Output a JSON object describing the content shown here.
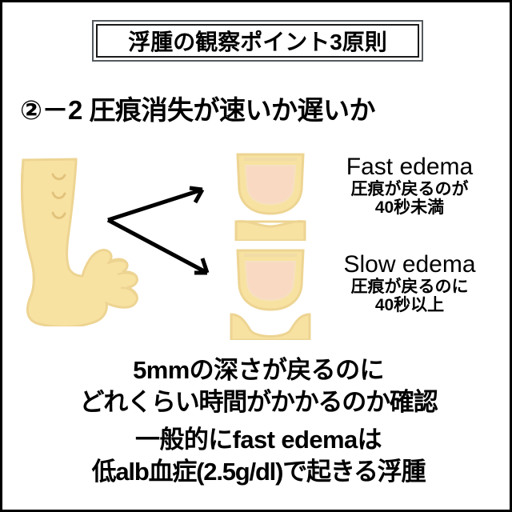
{
  "page": {
    "title_box": {
      "text": "浮腫の観察ポイント3原則"
    },
    "subtitle": "②－2 圧痕消失が速いか遅いか"
  },
  "illustration": {
    "leg": {
      "icon_name": "leg-with-pit-marks-illustration",
      "skin_color": "#F8E2A2",
      "outline_color": "#EBD28C",
      "pit_mark_count": 3
    },
    "arrows": {
      "icon_name": "diverging-arrows",
      "color": "#000000",
      "count": 2
    },
    "fast_icon": {
      "icon_name": "shallow-pit-skin-cross-section",
      "skin_color": "#F8E2A2",
      "dent_color": "#FAD9C3"
    },
    "slow_icon": {
      "icon_name": "deep-pit-skin-cross-section",
      "skin_color": "#F8E2A2",
      "dent_color": "#FAD9C3"
    }
  },
  "labels": {
    "fast": {
      "en": "Fast edema",
      "jp_line1": "圧痕が戻るのが",
      "jp_line2": "40秒未満"
    },
    "slow": {
      "en": "Slow edema",
      "jp_line1": "圧痕が戻るのに",
      "jp_line2": "40秒以上"
    }
  },
  "bottom": {
    "line1": "5mmの深さが戻るのに",
    "line2": "どれくらい時間がかかるのか確認",
    "line3": "一般的にfast edemaは",
    "line4": "低alb血症(2.5g/dl)で起きる浮腫"
  }
}
